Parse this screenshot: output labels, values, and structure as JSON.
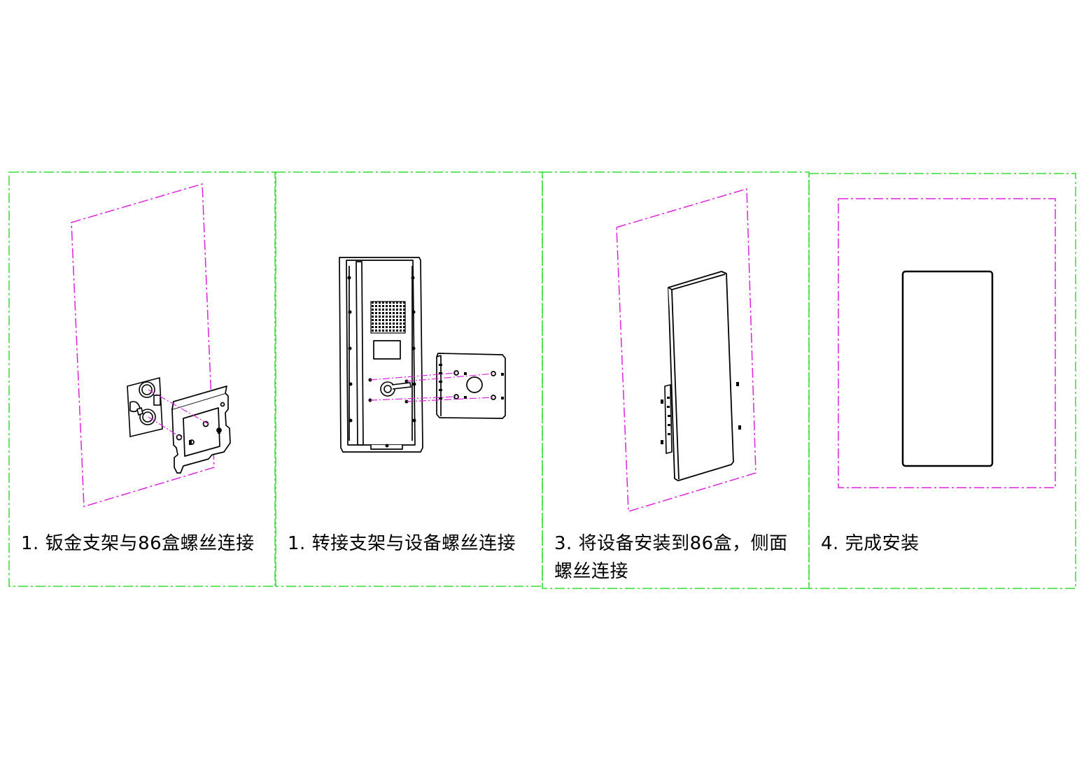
{
  "colors": {
    "frame": "#33dd33",
    "wall": "#dd22dd",
    "line": "#000000",
    "background": "#ffffff"
  },
  "steps": [
    {
      "caption": "1. 钣金支架与86盒螺丝连接",
      "icon": "bracket-to-86box-illustration"
    },
    {
      "caption": "1. 转接支架与设备螺丝连接",
      "icon": "adapter-to-device-illustration"
    },
    {
      "caption": "3. 将设备安装到86盒，侧面螺丝连接",
      "icon": "device-on-wall-illustration"
    },
    {
      "caption": "4. 完成安装",
      "icon": "installed-device-illustration"
    }
  ]
}
